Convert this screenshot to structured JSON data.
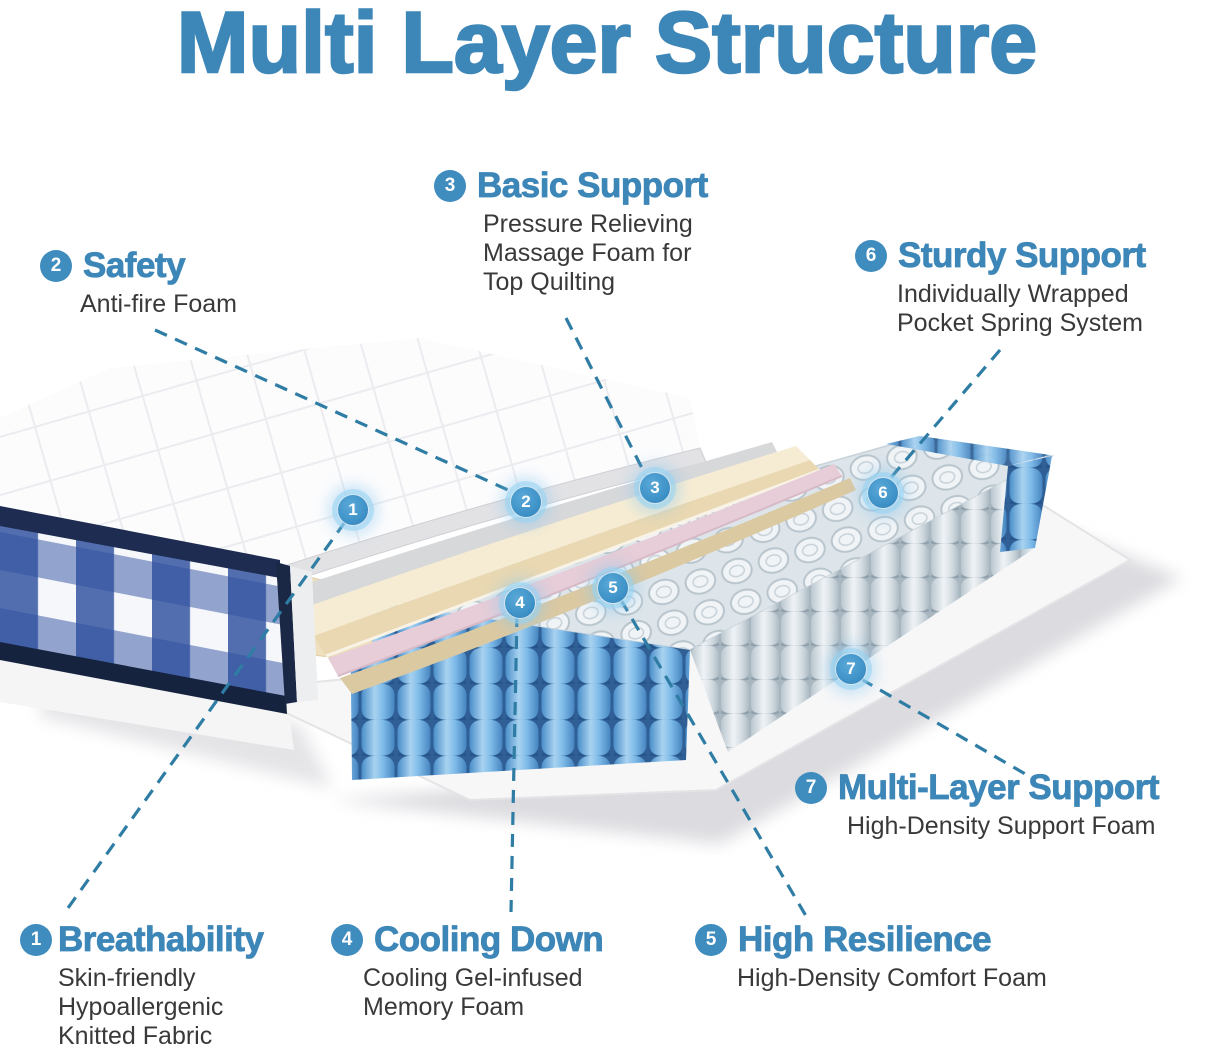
{
  "title": "Multi Layer Structure",
  "colors": {
    "accent": "#3d86b8",
    "text": "#393939",
    "connector_line": "#2f7da4",
    "marker_fill": "#3f93c8",
    "gingham_blue": "#2e4f9f",
    "spring_blue": "#7fbbe9",
    "spring_gray": "#d8e0e5",
    "foam_cream": "#f6ecd3",
    "foam_pink": "#e6cdd7",
    "foam_tan": "#dbc9a2"
  },
  "callouts": [
    {
      "number": "1",
      "heading": "Breathability",
      "lines": [
        "Skin-friendly",
        "Hypoallergenic",
        "Knitted Fabric"
      ]
    },
    {
      "number": "2",
      "heading": "Safety",
      "lines": [
        "Anti-fire Foam"
      ]
    },
    {
      "number": "3",
      "heading": "Basic Support",
      "lines": [
        "Pressure Relieving",
        "Massage Foam for",
        "Top Quilting"
      ]
    },
    {
      "number": "4",
      "heading": "Cooling Down",
      "lines": [
        "Cooling Gel-infused",
        "Memory Foam"
      ]
    },
    {
      "number": "5",
      "heading": "High Resilience",
      "lines": [
        "High-Density Comfort Foam"
      ]
    },
    {
      "number": "6",
      "heading": "Sturdy Support",
      "lines": [
        "Individually Wrapped",
        "Pocket Spring System"
      ]
    },
    {
      "number": "7",
      "heading": "Multi-Layer Support",
      "lines": [
        "High-Density Support Foam"
      ]
    }
  ],
  "markers": [
    "1",
    "2",
    "3",
    "4",
    "5",
    "6",
    "7"
  ]
}
